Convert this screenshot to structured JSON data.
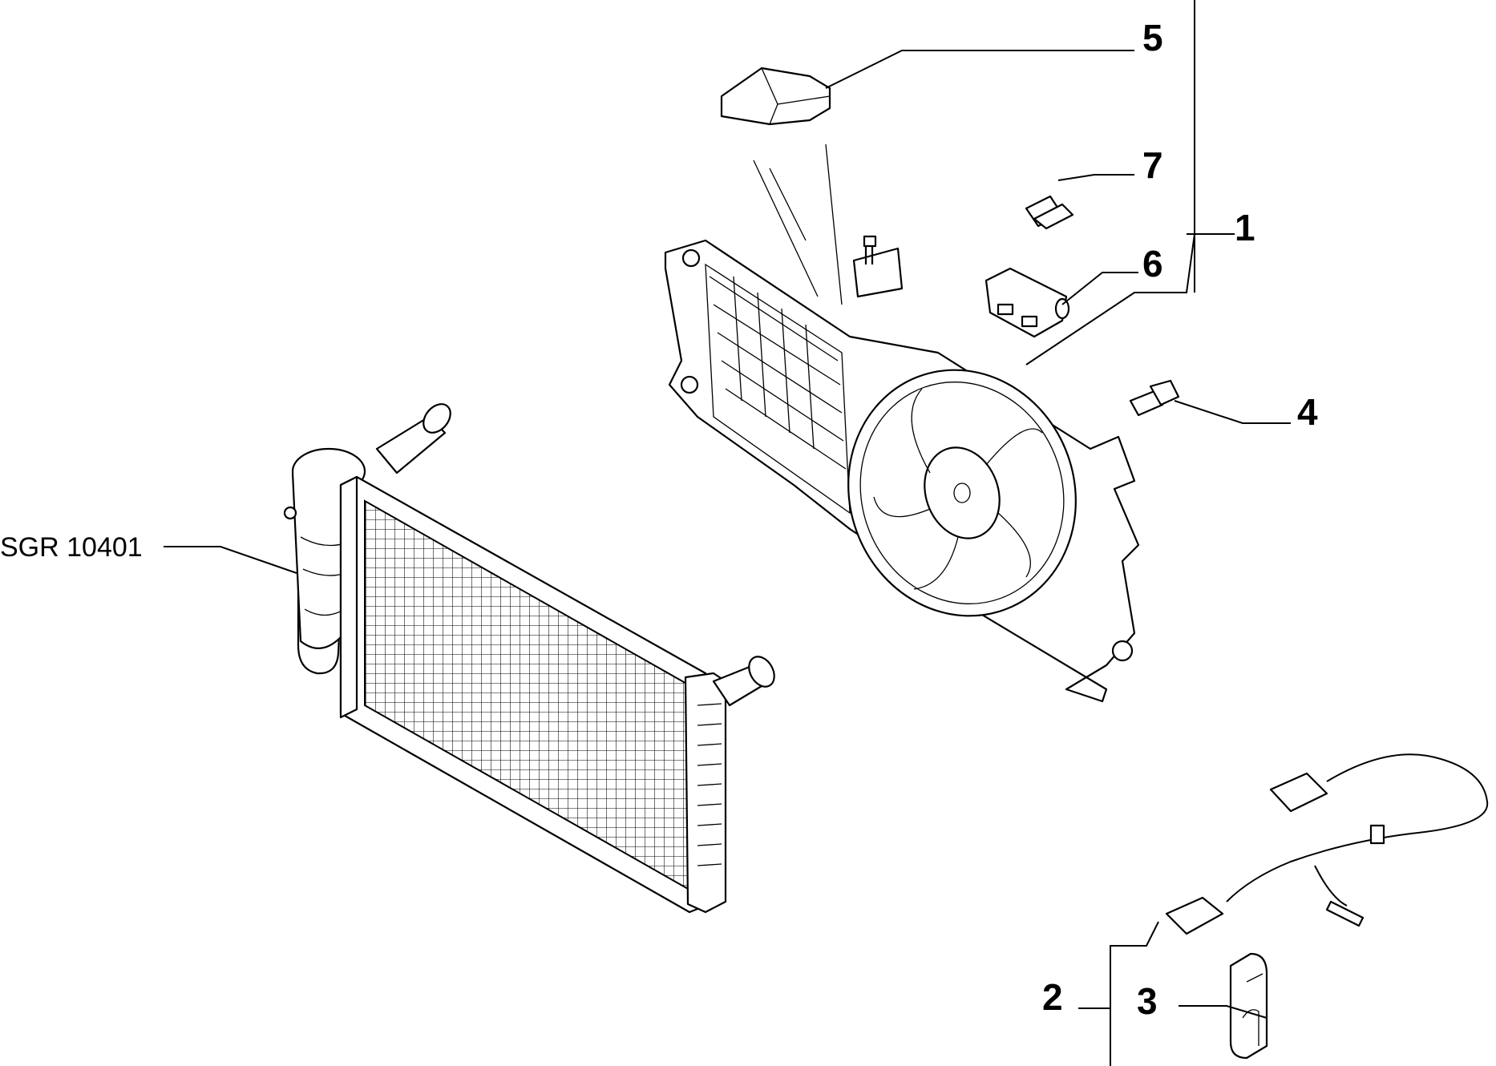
{
  "diagram": {
    "reference_label": "SGR 10401",
    "callouts": [
      "1",
      "2",
      "3",
      "4",
      "5",
      "6",
      "7"
    ]
  }
}
